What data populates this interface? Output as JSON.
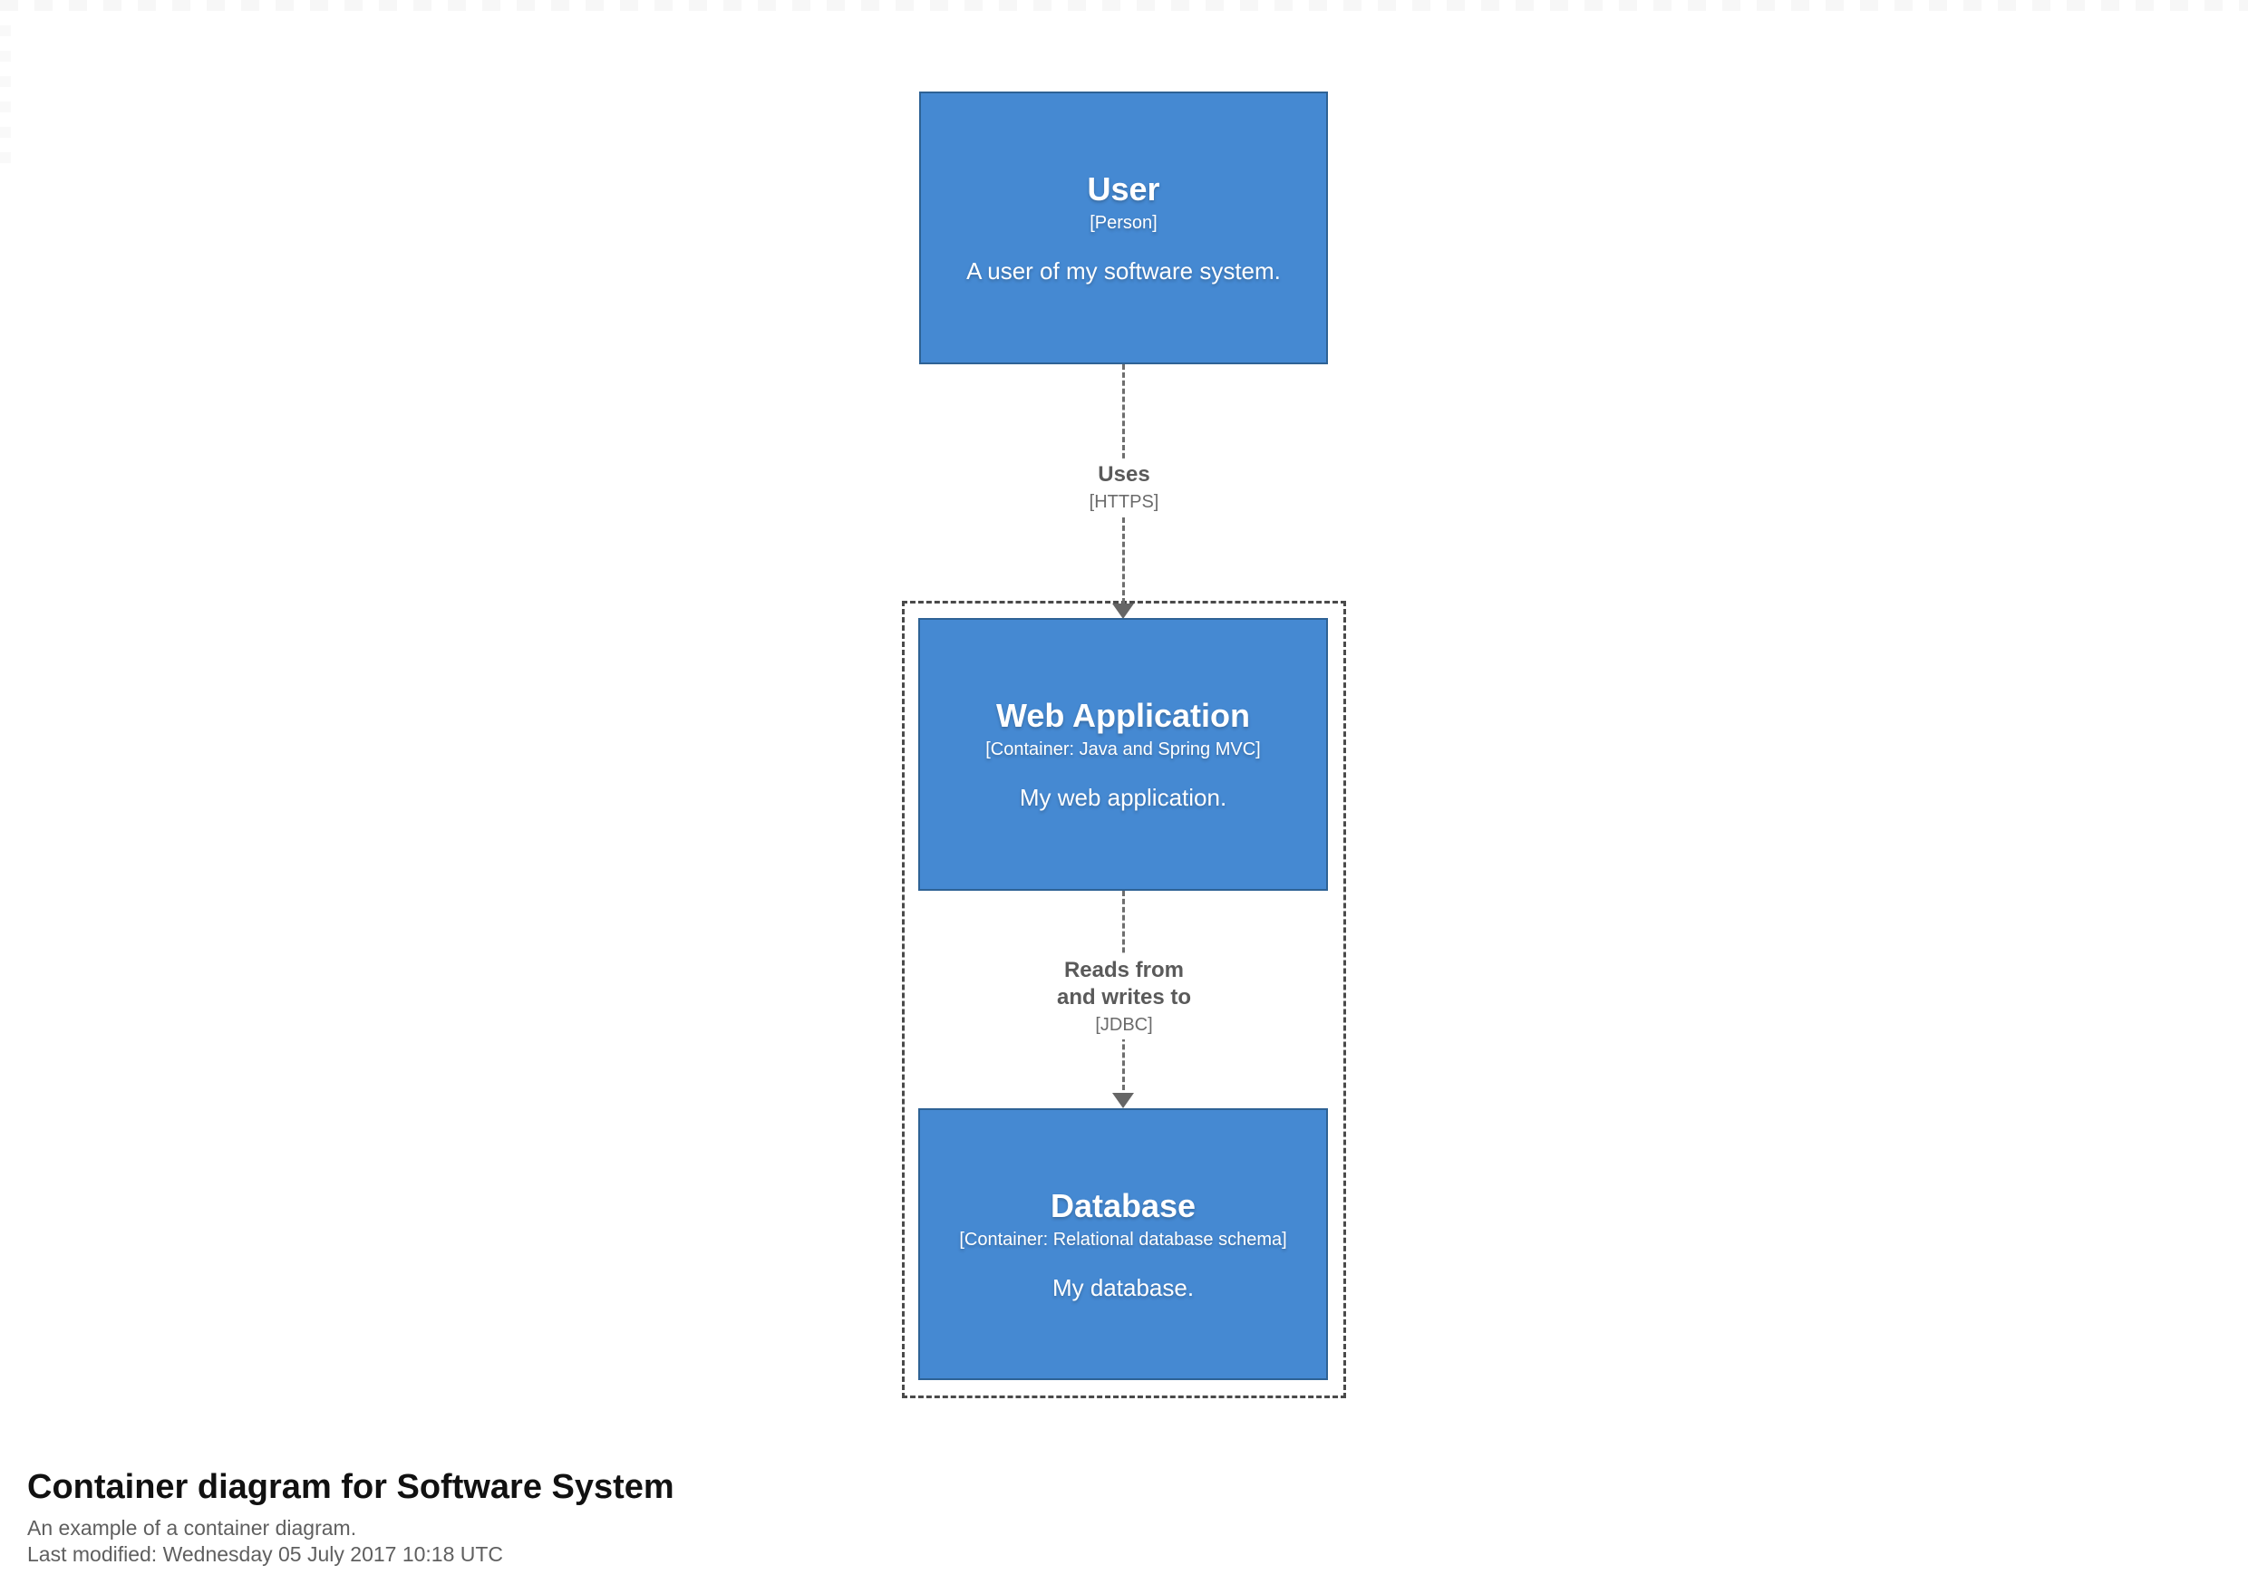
{
  "diagram": {
    "nodes": [
      {
        "id": "user",
        "name": "User",
        "meta": "[Person]",
        "description": "A user of my software system."
      },
      {
        "id": "web-application",
        "name": "Web Application",
        "meta": "[Container: Java and Spring MVC]",
        "description": "My web application."
      },
      {
        "id": "database",
        "name": "Database",
        "meta": "[Container: Relational database schema]",
        "description": "My database."
      }
    ],
    "relationships": [
      {
        "label": "Uses",
        "technology": "[HTTPS]"
      },
      {
        "label": "Reads from and writes to",
        "technology": "[JDBC]"
      }
    ],
    "colors": {
      "node_fill": "#4589d2",
      "node_border": "#2e6295",
      "node_text": "#ffffff",
      "relationship_gray": "#6e6e6e",
      "boundary_gray": "#4a4a4a"
    }
  },
  "footer": {
    "title": "Container diagram for Software System",
    "subtitle": "An example of a container diagram.",
    "last_modified": "Last modified: Wednesday 05 July 2017 10:18 UTC"
  }
}
